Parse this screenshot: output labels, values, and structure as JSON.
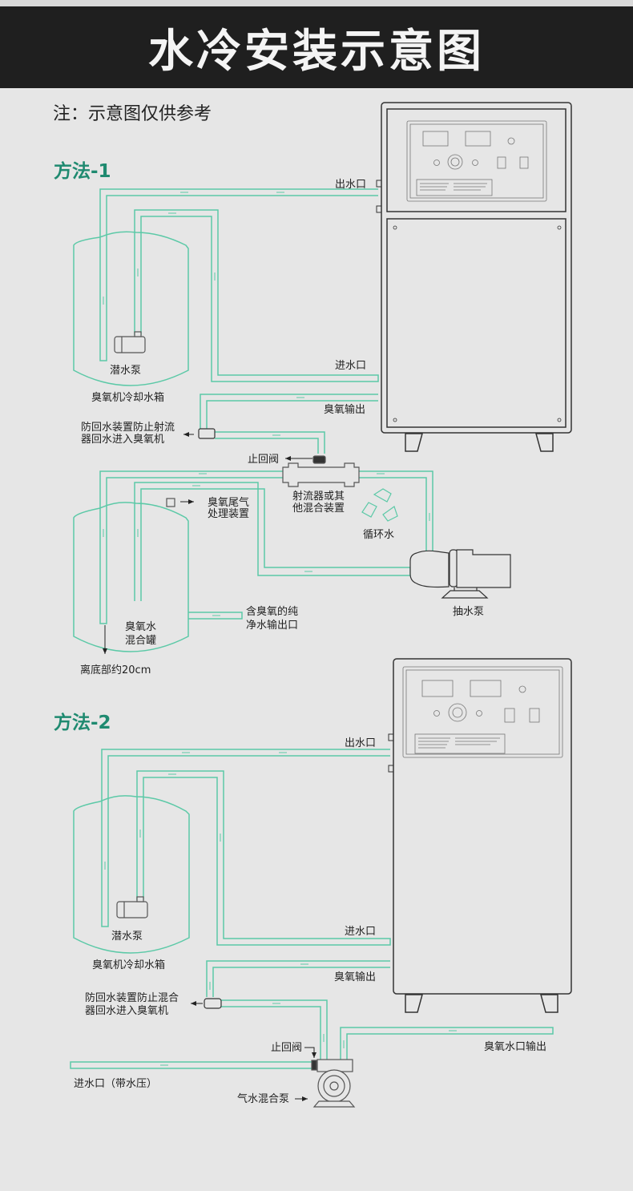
{
  "title": "水冷安装示意图",
  "note": "注：示意图仅供参考",
  "colors": {
    "banner_bg": "#1f1f1f",
    "page_bg": "#e6e6e6",
    "pipe": "#5cc9a7",
    "accent_green": "#1f8a70",
    "outline": "#333333"
  },
  "method1": {
    "heading": "方法-1",
    "labels": {
      "water_outlet": "出水口",
      "water_inlet": "进水口",
      "ozone_output": "臭氧输出",
      "submersible_pump": "潜水泵",
      "cooling_tank": "臭氧机冷却水箱",
      "backflow_device_line1": "防回水装置防止射流",
      "backflow_device_line2": "器回水进入臭氧机",
      "check_valve": "止回阀",
      "ejector_line1": "射流器或其",
      "ejector_line2": "他混合装置",
      "tail_gas_line1": "臭氧尾气",
      "tail_gas_line2": "处理装置",
      "circulating_water": "循环水",
      "pump": "抽水泵",
      "mixing_tank_line1": "臭氧水",
      "mixing_tank_line2": "混合罐",
      "pure_water_outlet_line1": "含臭氧的纯",
      "pure_water_outlet_line2": "净水输出口",
      "bottom_distance": "离底部约20cm"
    }
  },
  "method2": {
    "heading": "方法-2",
    "labels": {
      "water_outlet": "出水口",
      "water_inlet": "进水口",
      "ozone_output": "臭氧输出",
      "submersible_pump": "潜水泵",
      "cooling_tank": "臭氧机冷却水箱",
      "backflow_device_line1": "防回水装置防止混合",
      "backflow_device_line2": "器回水进入臭氧机",
      "check_valve": "止回阀",
      "ozone_water_output": "臭氧水口输出",
      "inlet_with_pressure": "进水口（带水压）",
      "gas_water_pump": "气水混合泵"
    }
  },
  "icons": {
    "recycle": "recycle-icon",
    "arrow": "arrow-icon"
  }
}
